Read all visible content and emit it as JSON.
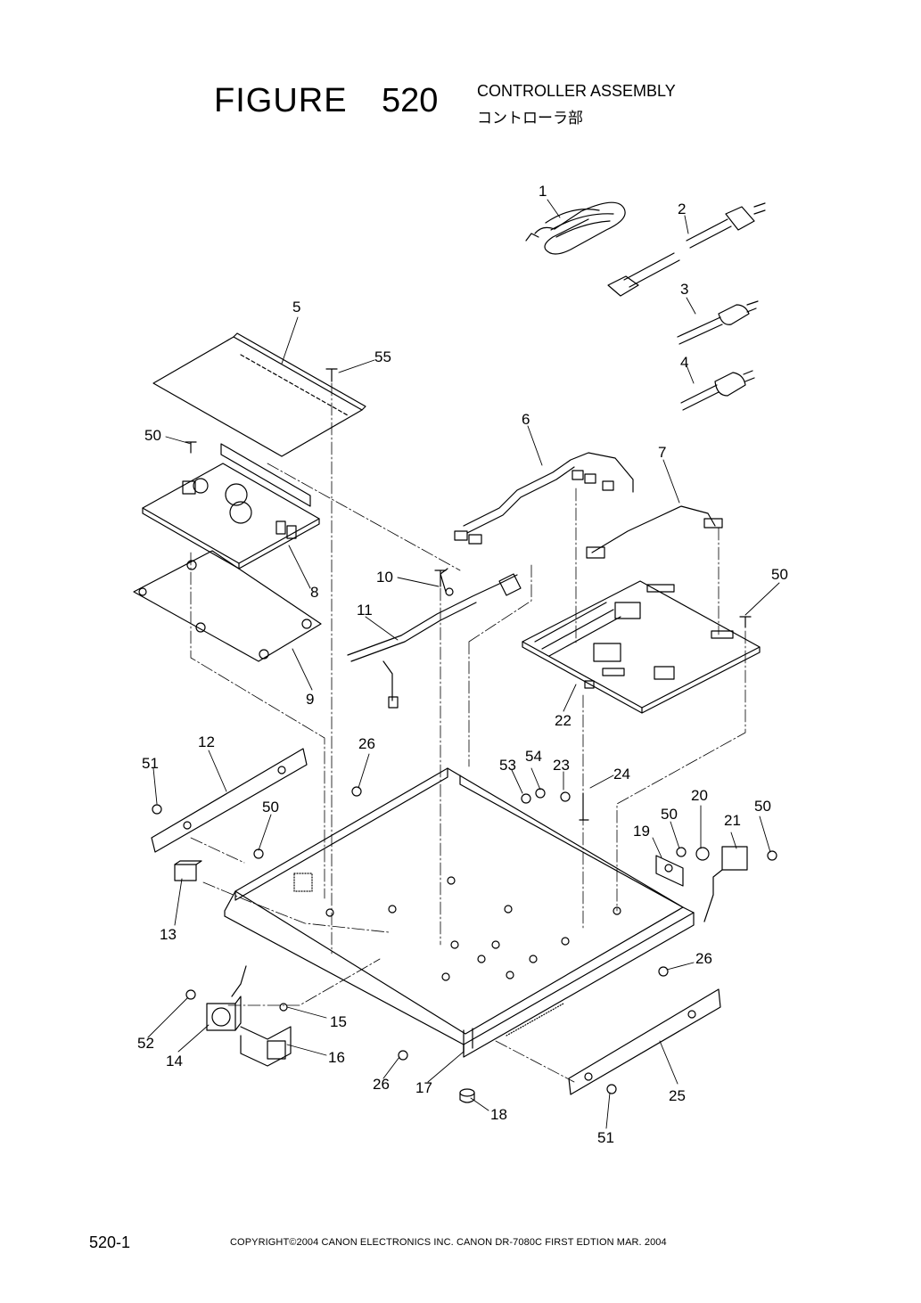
{
  "header": {
    "figure_label": "FIGURE",
    "figure_number": "520",
    "title_en": "CONTROLLER ASSEMBLY",
    "title_jp": "コントローラ部"
  },
  "footer": {
    "page_number": "520-1",
    "copyright": "COPYRIGHT©2004 CANON ELECTRONICS INC.   CANON  DR-7080C  FIRST EDTION  MAR.  2004"
  },
  "callouts": [
    "1",
    "2",
    "3",
    "4",
    "5",
    "55",
    "50",
    "6",
    "7",
    "8",
    "10",
    "11",
    "50",
    "9",
    "22",
    "12",
    "51",
    "26",
    "53",
    "54",
    "23",
    "24",
    "50",
    "20",
    "21",
    "50",
    "19",
    "50",
    "13",
    "26",
    "15",
    "52",
    "14",
    "16",
    "26",
    "17",
    "25",
    "18",
    "51"
  ]
}
